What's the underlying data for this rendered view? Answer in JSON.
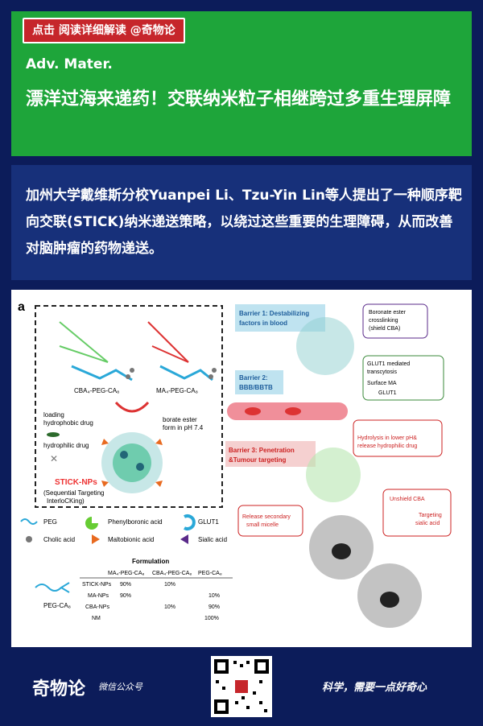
{
  "header": {
    "tag": "点击 阅读详细解读 @奇物论",
    "journal": "Adv. Mater.",
    "title": "漂洋过海来递药！交联纳米粒子相继跨过多重生理屏障"
  },
  "abstract": {
    "text": "加州大学戴维斯分校Yuanpei Li、Tzu-Yin Lin等人提出了一种顺序靶向交联(STICK)纳米递送策略，以绕过这些重要的生理障碍，从而改善对脑肿瘤的药物递送。"
  },
  "figure": {
    "panel_label": "a",
    "cba_label": "CBA₄-PEG-CA₈",
    "ma_label": "MA₄-PEG-CA₈",
    "loading": "loading",
    "hydrophobic": "hydrophobic drug",
    "hydrophilic": "hydrophilic drug",
    "borate1": "borate ester",
    "borate2": "form in pH 7.4",
    "stick": "STICK-NPs",
    "stick_full_a": "(Sequential Targeting",
    "stick_full_b": "InterloCKing)",
    "barrier1a": "Barrier 1: Destabilizing",
    "barrier1b": "factors in blood",
    "barrier2a": "Barrier 2:",
    "barrier2b": "BBB/BBTB",
    "barrier3a": "Barrier 3: Penetration",
    "barrier3b": "&Tumour targeting",
    "boronate1": "Boronate ester",
    "boronate2": "crosslinking",
    "boronate3": "(shield CBA)",
    "glut_a": "GLUT1 mediated",
    "glut_b": "transcytosis",
    "surface_ma": "Surface MA",
    "glut1": "GLUT1",
    "hydro_a": "Hydrolysis in lower pH&",
    "hydro_b": "release hydrophilic drug",
    "release_a": "Release secondary",
    "release_b": "small micelle",
    "unshield": "Unshield CBA",
    "targeting_a": "Targeting",
    "targeting_b": "sialic acid",
    "legend": {
      "peg": "PEG",
      "phenyl": "Phenylboronic acid",
      "glut": "GLUT1",
      "cholic": "Cholic acid",
      "malto": "Maltobionic acid",
      "sialic": "Sialic acid"
    },
    "peg_ca": "PEG-CA₈",
    "formulation": {
      "title": "Formulation",
      "headers": [
        "MA₄-PEG-CA₈",
        "CBA₄-PEG-CA₈",
        "PEG-CA₈"
      ],
      "rows": [
        [
          "STICK-NPs",
          "90%",
          "10%",
          ""
        ],
        [
          "MA-NPs",
          "90%",
          "",
          "10%"
        ],
        [
          "CBA-NPs",
          "",
          "10%",
          "90%"
        ],
        [
          "NM",
          "",
          "",
          "100%"
        ]
      ]
    }
  },
  "footer": {
    "brand": "奇物论",
    "sub": "微信公众号",
    "slogan": "科学，需要一点好奇心"
  }
}
